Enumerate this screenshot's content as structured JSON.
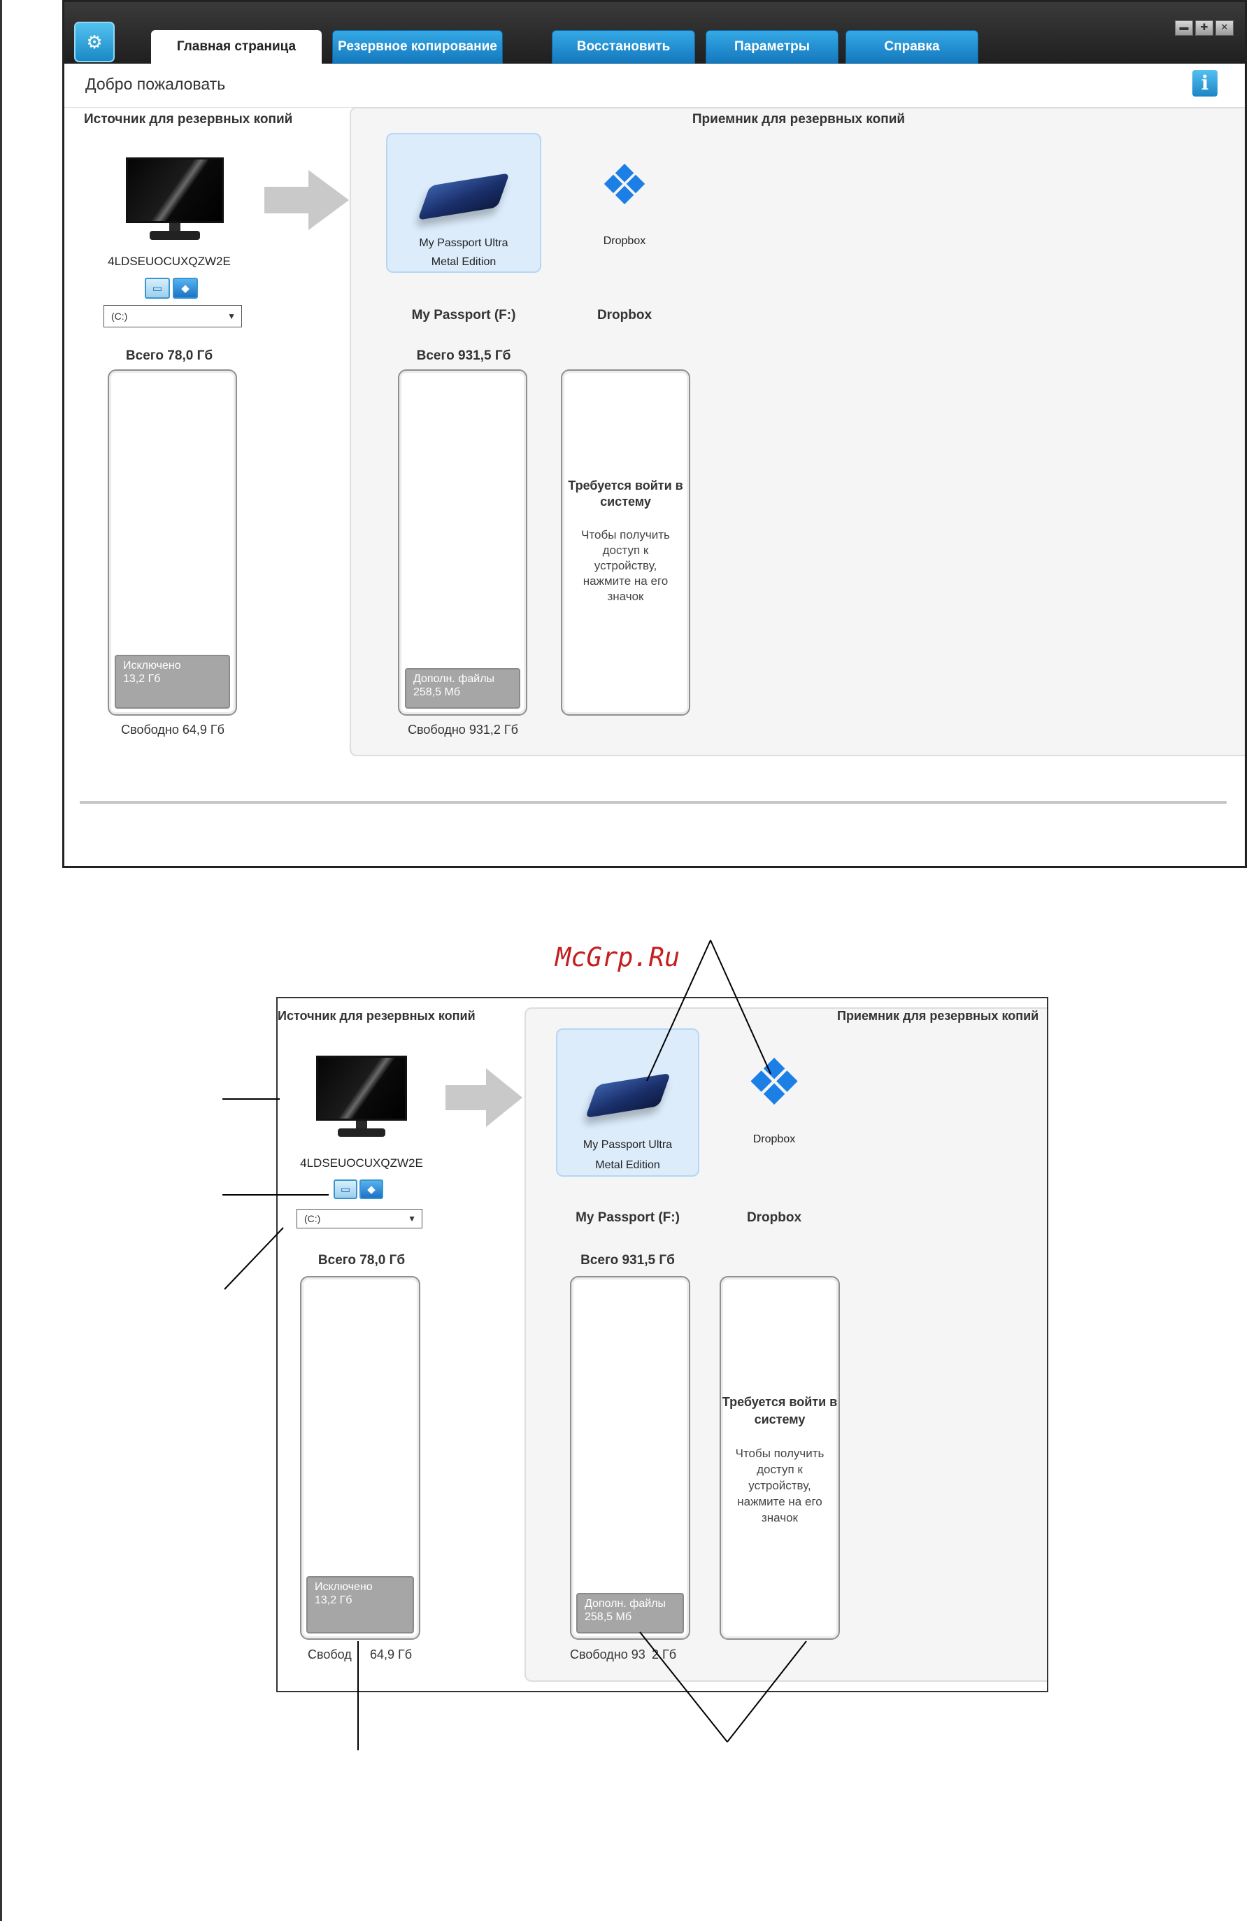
{
  "tabs": [
    {
      "label": "Главная страница",
      "active": true
    },
    {
      "label": "Резервное копирование",
      "active": false
    },
    {
      "label": "Восстановить",
      "active": false
    },
    {
      "label": "Параметры",
      "active": false
    },
    {
      "label": "Справка",
      "active": false
    }
  ],
  "welcome": "Добро пожаловать",
  "source": {
    "title": "Источник для резервных копий",
    "computer_name": "4LDSEUOCUXQZW2E",
    "drive_select": "(C:)",
    "total": "Всего 78,0 Гб",
    "excluded_label": "Исключено",
    "excluded_size": "13,2 Гб",
    "free": "Свободно 64,9 Гб",
    "free_split_a": "Свобод",
    "free_split_b": "64,9 Гб",
    "excluded_fraction": 0.17
  },
  "destination": {
    "title": "Приемник для резервных копий",
    "passport": {
      "name_line1": "My Passport Ultra",
      "name_line2": "Metal Edition",
      "drive_label": "My Passport (F:)",
      "total": "Всего 931,5 Гб",
      "extra_label": "Дополн. файлы",
      "extra_size": "258,5 Мб",
      "free": "Свободно 931,2 Гб",
      "free_split_a": "Свободно 93",
      "free_split_b": "2 Гб"
    },
    "dropbox": {
      "name": "Dropbox",
      "drive_label": "Dropbox",
      "login_required": "Требуется войти в систему",
      "login_hint": "Чтобы получить доступ к устройству, нажмите на его значок"
    }
  },
  "watermark": "McGrp.Ru",
  "icons": [
    "app-logo-icon",
    "minimize-icon",
    "maximize-icon",
    "close-icon",
    "info-icon",
    "monitor-icon",
    "computer-source-icon",
    "dropbox-source-icon",
    "arrow-right-icon",
    "passport-drive-icon",
    "dropbox-icon"
  ]
}
